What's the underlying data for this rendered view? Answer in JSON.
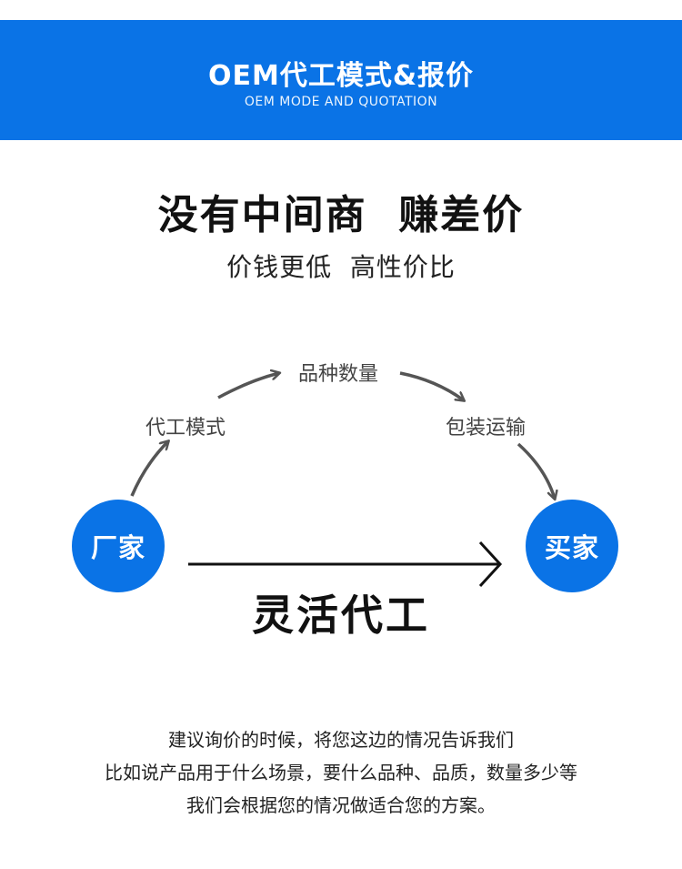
{
  "banner": {
    "title": "OEM代工模式&报价",
    "subtitle": "OEM MODE AND QUOTATION",
    "color": "#0a73e6"
  },
  "headline": "没有中间商  赚差价",
  "subline": "价钱更低  高性价比",
  "flow": {
    "steps": [
      "代工模式",
      "品种数量",
      "包装运输"
    ],
    "left_node": "厂家",
    "right_node": "买家",
    "center_label": "灵活代工"
  },
  "description": [
    "建议询价的时候，将您这边的情况告诉我们",
    "比如说产品用于什么场景，要什么品种、品质，数量多少等",
    "我们会根据您的情况做适合您的方案。"
  ]
}
